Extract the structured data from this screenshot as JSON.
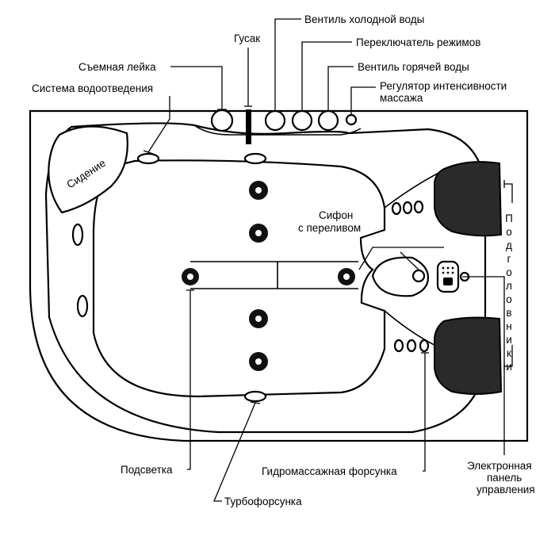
{
  "labels": {
    "cold_valve": "Вентиль холодной воды",
    "spout": "Гусак",
    "mode_switch": "Переключатель режимов",
    "shower_head": "Съемная лейка",
    "hot_valve": "Вентиль горячей воды",
    "drain_system": "Система водоотведения",
    "massage_regulator_line1": "Регулятор интенсивности",
    "massage_regulator_line2": "массажа",
    "seat": "Сидение",
    "siphon_line1": "Сифон",
    "siphon_line2": "с переливом",
    "headrests": "Подголовники",
    "lighting": "Подсветка",
    "hydromassage_jet": "Гидромассажная форсунка",
    "control_panel_line1": "Электронная",
    "control_panel_line2": "панель",
    "control_panel_line3": "управления",
    "turbo_jet": "Турбофорсунка"
  },
  "colors": {
    "ink": "#000000",
    "background": "#ffffff",
    "headrest_fill": "#2a2a2a"
  }
}
